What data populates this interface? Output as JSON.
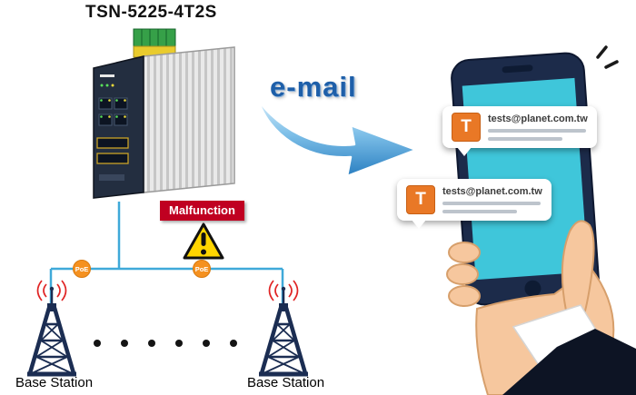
{
  "diagram": {
    "device_title": "TSN-5225-4T2S",
    "email_label": "e-mail",
    "malfunction_label": "Malfunction",
    "poe_label": "PoE",
    "notification_icon_letter": "T",
    "notifications": [
      {
        "email": "tests@planet.com.tw"
      },
      {
        "email": "tests@planet.com.tw"
      }
    ],
    "base_stations": [
      {
        "label": "Base Station"
      },
      {
        "label": "Base Station"
      }
    ],
    "colors": {
      "email_text": "#1e5fa9",
      "malfunction_bg": "#c00021",
      "warning_yellow": "#ffd500",
      "line_blue": "#3fa9d9",
      "poe_orange": "#f59120",
      "phone_screen": "#3fc6da",
      "phone_body": "#1c2b4a",
      "notification_icon_bg": "#e97826",
      "tower_navy": "#1b2d52",
      "arrow_blue": "#3f9ad6"
    }
  }
}
